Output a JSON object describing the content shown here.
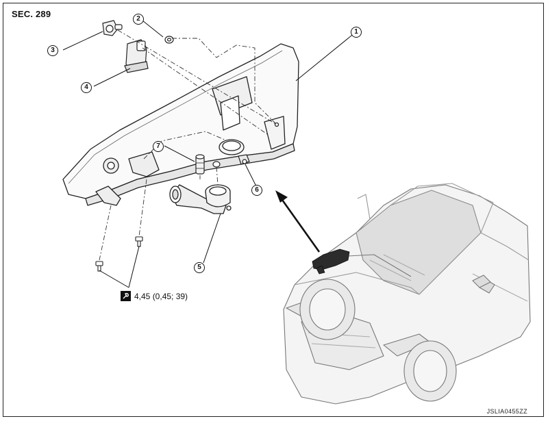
{
  "header": {
    "section_label": "SEC. 289"
  },
  "footer": {
    "reference_code": "JSLIA0455ZZ"
  },
  "torque": {
    "spec_text": "4,45 (0,45; 39)",
    "icon": "torque-wrench-icon"
  },
  "callouts": [
    {
      "number": "1"
    },
    {
      "number": "2"
    },
    {
      "number": "3"
    },
    {
      "number": "4"
    },
    {
      "number": "5"
    },
    {
      "number": "6"
    },
    {
      "number": "7"
    }
  ]
}
